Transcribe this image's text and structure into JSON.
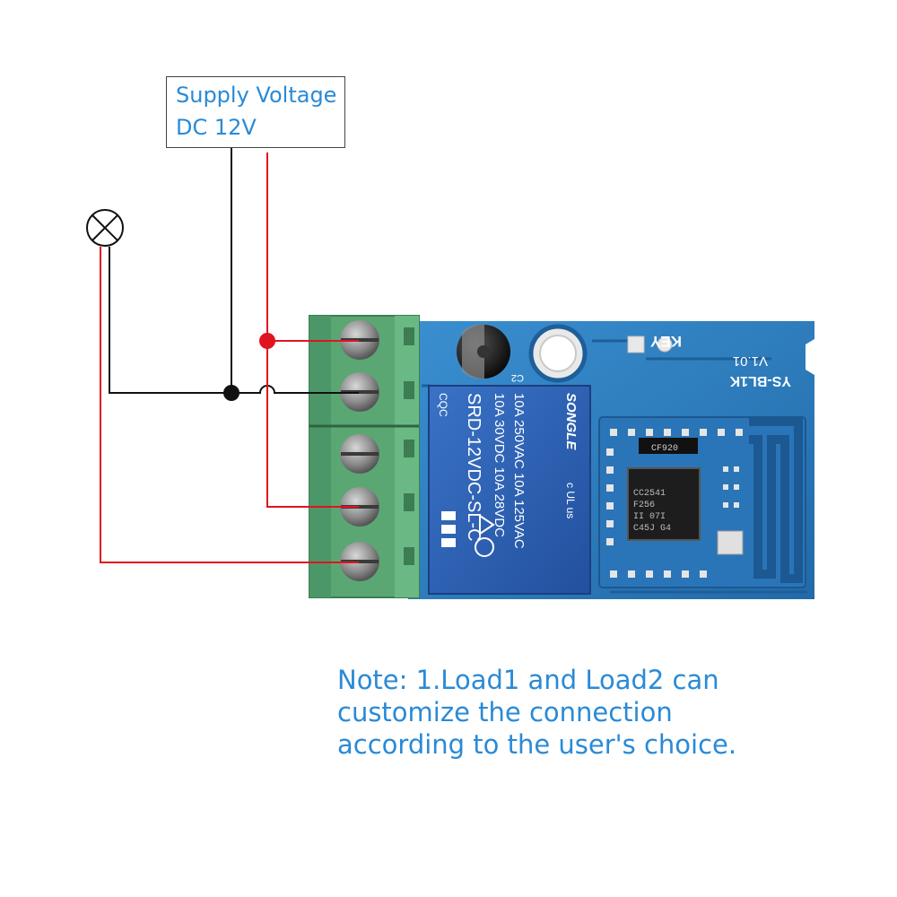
{
  "supply": {
    "line1": "Supply Voltage",
    "line2": "DC 12V"
  },
  "note": {
    "lines": [
      "Note: 1.Load1 and Load2 can",
      "customize the connection",
      "according to the user's choice."
    ]
  },
  "board": {
    "key_label": "KEY",
    "model_label": "YS-BL1K",
    "version_label": "V1.01",
    "cap_label": "C2",
    "relay": {
      "brand": "SONGLE",
      "ratings": [
        "10A 250VAC  10A 125VAC",
        "10A 30VDC  10A 28VDC"
      ],
      "model": "SRD-12VDC-SL-C",
      "cert": "CQC",
      "ul": "c UL us"
    },
    "module": {
      "chip_label": "CC2541",
      "chip_sub": "F256",
      "chip_code1": "II 07I",
      "chip_code2": "C45J G4",
      "top_label": "CF920"
    }
  },
  "colors": {
    "wire_red": "#e0141e",
    "wire_black": "#111111",
    "pcb_blue": "#2e7fc4",
    "terminal_green": "#5aa774",
    "relay_blue": "#2f62b8",
    "text_blue": "#2a8ad6"
  }
}
